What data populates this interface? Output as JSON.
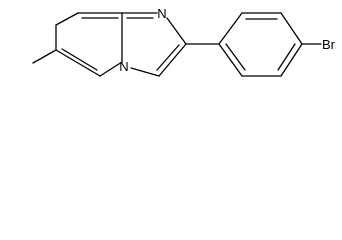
{
  "structure": {
    "atoms": {
      "nitrogen_imine": "N",
      "nitrogen_bridgehead": "N",
      "bromine": "Br"
    }
  }
}
